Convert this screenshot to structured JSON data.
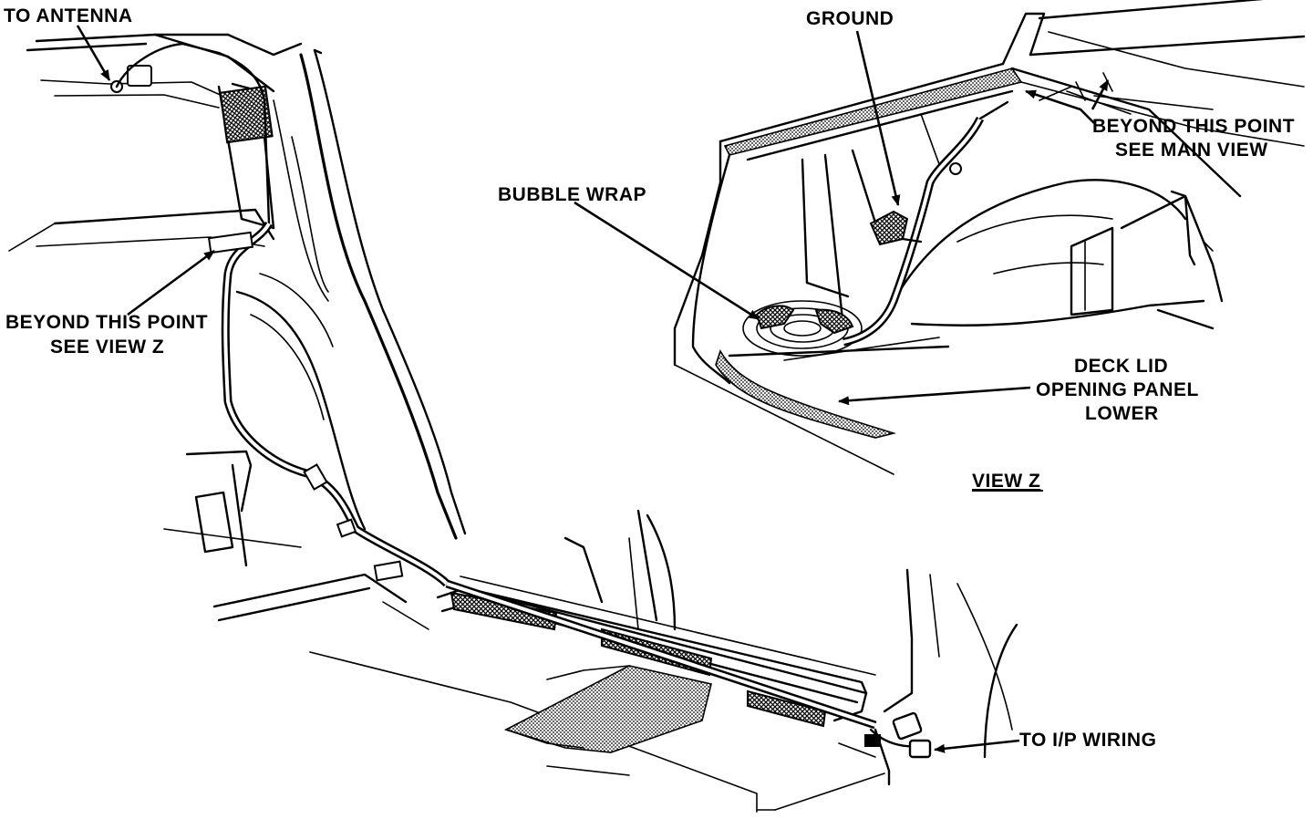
{
  "labels": {
    "to_antenna": "TO ANTENNA",
    "ground": "GROUND",
    "beyond_main_1": "BEYOND THIS POINT",
    "beyond_main_2": "SEE MAIN VIEW",
    "bubble_wrap": "BUBBLE WRAP",
    "beyond_z_1": "BEYOND THIS POINT",
    "beyond_z_2": "SEE VIEW Z",
    "deck_lid_1": "DECK LID",
    "deck_lid_2": "OPENING PANEL",
    "deck_lid_3": "LOWER",
    "view_z": "VIEW Z",
    "to_ip_wiring": "TO I/P WIRING"
  }
}
